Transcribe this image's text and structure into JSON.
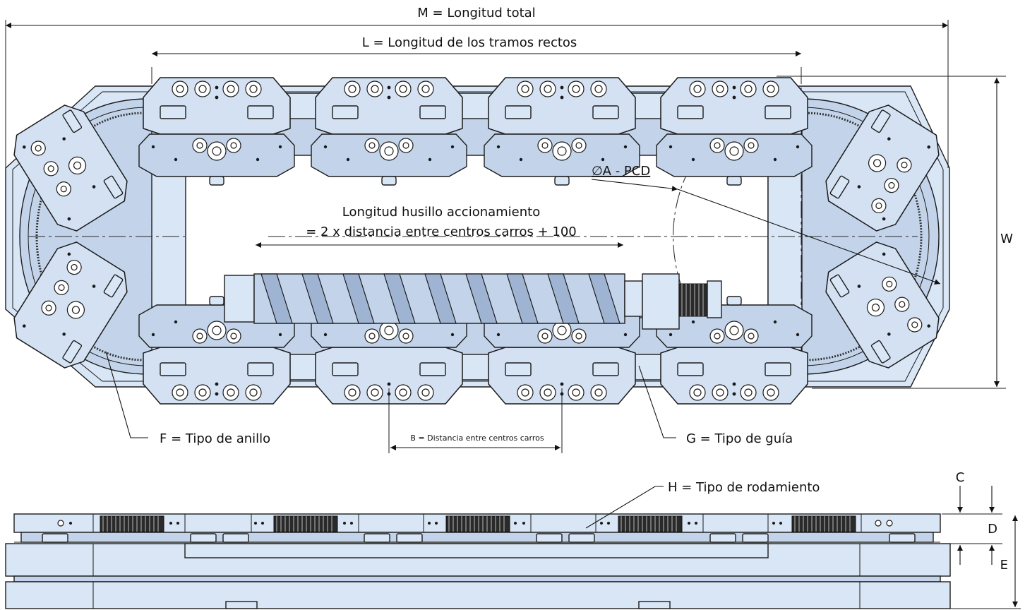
{
  "labels": {
    "M": "M = Longitud total",
    "L": "L = Longitud de los tramos rectos",
    "A": "∅A - PCD",
    "spindle_1": "Longitud husillo accionamiento",
    "spindle_2": "= 2 x distancia entre centros carros + 100",
    "W": "W",
    "F": "F = Tipo de anillo",
    "B": "B = Distancia entre centros carros",
    "G": "G = Tipo de guía",
    "H": "H = Tipo de rodamiento",
    "C": "C",
    "D": "D",
    "E": "E"
  }
}
